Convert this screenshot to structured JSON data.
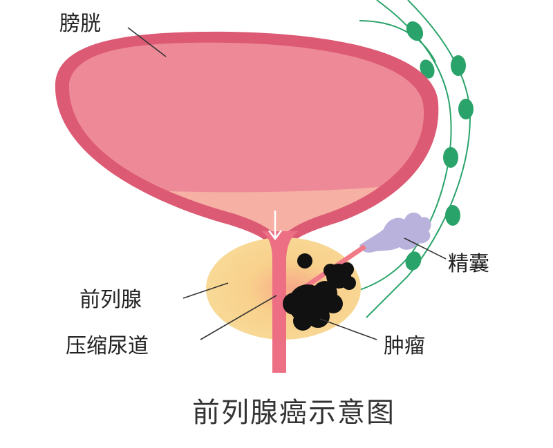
{
  "title": "前列腺癌示意图",
  "labels": {
    "bladder": "膀胱",
    "seminal_vesicle": "精囊",
    "prostate": "前列腺",
    "compressed_urethra": "压缩尿道",
    "tumor": "肿瘤"
  },
  "colors": {
    "bladder_wall": "#dc5a74",
    "bladder_inner": "#ee8a98",
    "urine": "#f6b0a4",
    "prostate": "#f8d790",
    "tumor": "#111111",
    "seminal_vesicle": "#b9b2dd",
    "lymph": "#2aa36a"
  }
}
